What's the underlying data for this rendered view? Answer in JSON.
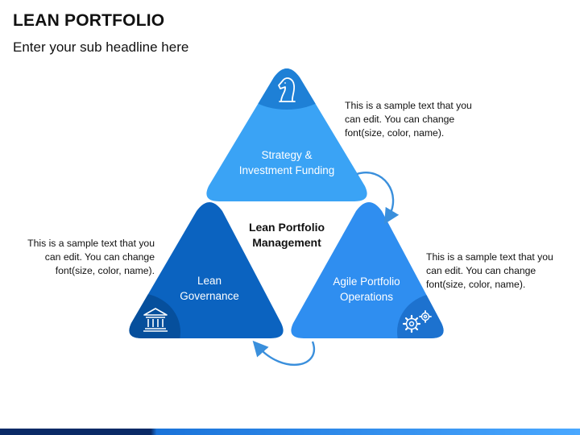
{
  "header": {
    "title": "LEAN PORTFOLIO",
    "subtitle": "Enter your sub headline here"
  },
  "diagram": {
    "center_label": "Lean Portfolio\nManagement",
    "triangles": [
      {
        "key": "top",
        "label": "Strategy &\nInvestment Funding",
        "icon": "chess-knight-icon",
        "color": "#3aa3f5"
      },
      {
        "key": "left",
        "label": "Lean\nGovernance",
        "icon": "bank-building-icon",
        "color": "#0b63c0"
      },
      {
        "key": "right",
        "label": "Agile Portfolio\nOperations",
        "icon": "gears-icon",
        "color": "#2f8ef0"
      }
    ],
    "descriptions": {
      "top": "This is a sample text that you\ncan edit. You can change\nfont(size, color, name).",
      "left": "This is a sample text that you\ncan edit. You can change\nfont(size, color, name).",
      "right": "This is a sample text that you\ncan edit. You can change\nfont(size, color, name)."
    }
  },
  "colors": {
    "arrow": "#3a8fdc",
    "dark_blue": "#0a2a66"
  }
}
